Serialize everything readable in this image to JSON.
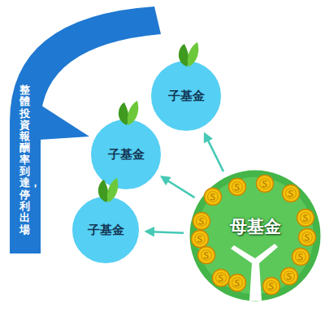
{
  "diagram": {
    "nodes": [
      {
        "text": [
          "整體投資報酬率到達，停利出場"
        ]
      },
      {
        "text": [
          "子基金"
        ]
      },
      {
        "text": [
          "子基金"
        ]
      },
      {
        "text": [
          "子基金"
        ]
      },
      {
        "text": [
          "母基金"
        ]
      }
    ],
    "edges": [
      {
        "from": 4,
        "to": 1,
        "arrow": "to"
      },
      {
        "from": 4,
        "to": 2,
        "arrow": "to"
      },
      {
        "from": 4,
        "to": 3,
        "arrow": "to"
      }
    ]
  }
}
